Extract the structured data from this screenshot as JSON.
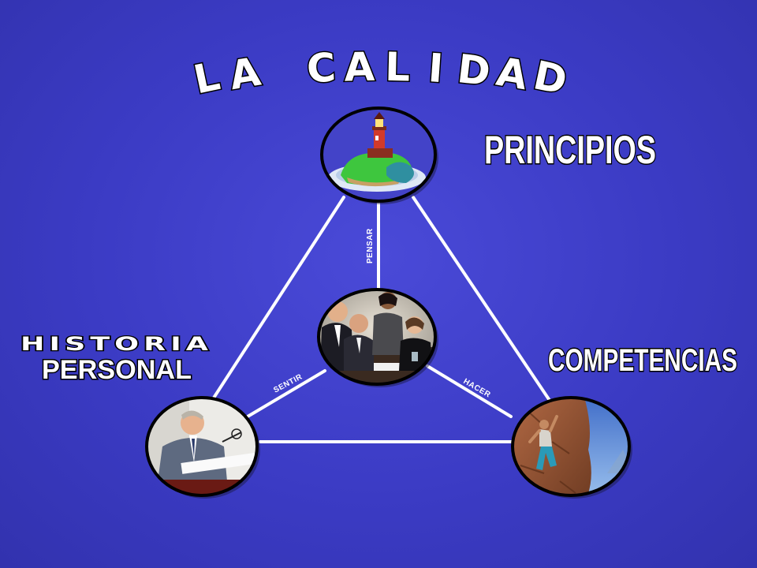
{
  "title": "LA CALIDAD",
  "nodes": {
    "top": {
      "label": "PRINCIPIOS",
      "picture": "lighthouse-island-icon"
    },
    "center": {
      "picture": "business-meeting-icon"
    },
    "left": {
      "label_line1": "HISTORIA",
      "label_line2": "PERSONAL",
      "picture": "businessman-reading-icon"
    },
    "right": {
      "label": "COMPETENCIAS",
      "picture": "rock-climber-icon"
    }
  },
  "edges": {
    "top_to_center": "PENSAR",
    "left_to_center": "SENTIR",
    "right_to_center": "HACER"
  },
  "colors": {
    "background": "#3b3bc4",
    "lines": "#ffffff",
    "text": "#ffffff",
    "outline": "#000000"
  }
}
